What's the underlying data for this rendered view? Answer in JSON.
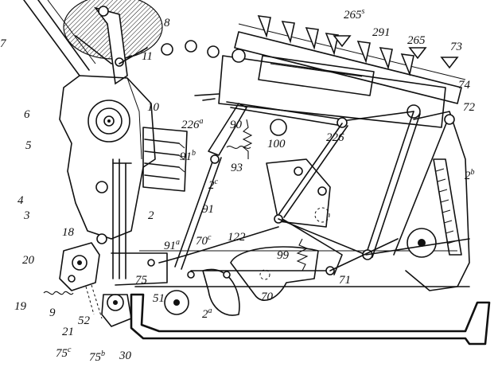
{
  "figure": {
    "colors": {
      "ink": "#111111",
      "paper": "#ffffff"
    },
    "labels": [
      {
        "id": "l7",
        "text": "7"
      },
      {
        "id": "l8",
        "text": "8"
      },
      {
        "id": "l11",
        "text": "11"
      },
      {
        "id": "l10",
        "text": "10"
      },
      {
        "id": "l6",
        "text": "6"
      },
      {
        "id": "l5",
        "text": "5"
      },
      {
        "id": "l4",
        "text": "4"
      },
      {
        "id": "l3",
        "text": "3"
      },
      {
        "id": "l2a",
        "text": "2"
      },
      {
        "id": "l18",
        "text": "18"
      },
      {
        "id": "l20",
        "text": "20"
      },
      {
        "id": "l19",
        "text": "19"
      },
      {
        "id": "l9",
        "text": "9"
      },
      {
        "id": "l21",
        "text": "21"
      },
      {
        "id": "l52",
        "text": "52"
      },
      {
        "id": "l75c",
        "text": "75",
        "sup": "c"
      },
      {
        "id": "l75b",
        "text": "75",
        "sup": "b"
      },
      {
        "id": "l30",
        "text": "30"
      },
      {
        "id": "l75",
        "text": "75"
      },
      {
        "id": "l51",
        "text": "51"
      },
      {
        "id": "l2sa",
        "text": "2",
        "sup": "a"
      },
      {
        "id": "l70",
        "text": "70"
      },
      {
        "id": "l99",
        "text": "99"
      },
      {
        "id": "l71",
        "text": "71"
      },
      {
        "id": "l122",
        "text": "122"
      },
      {
        "id": "l70c",
        "text": "70",
        "sup": "c"
      },
      {
        "id": "l91a",
        "text": "91",
        "sup": "a"
      },
      {
        "id": "l91",
        "text": "91"
      },
      {
        "id": "l91b",
        "text": "91",
        "sup": "b"
      },
      {
        "id": "l93",
        "text": "93"
      },
      {
        "id": "l2c",
        "text": "2",
        "sup": "c"
      },
      {
        "id": "l226a",
        "text": "226",
        "sup": "a"
      },
      {
        "id": "l90",
        "text": "90"
      },
      {
        "id": "l100",
        "text": "100"
      },
      {
        "id": "l226",
        "text": "226"
      },
      {
        "id": "l265s",
        "text": "265",
        "sup": "s"
      },
      {
        "id": "l291",
        "text": "291"
      },
      {
        "id": "l265",
        "text": "265"
      },
      {
        "id": "l73",
        "text": "73"
      },
      {
        "id": "l74",
        "text": "74"
      },
      {
        "id": "l72",
        "text": "72"
      },
      {
        "id": "l2b",
        "text": "2",
        "sup": "b"
      }
    ]
  }
}
